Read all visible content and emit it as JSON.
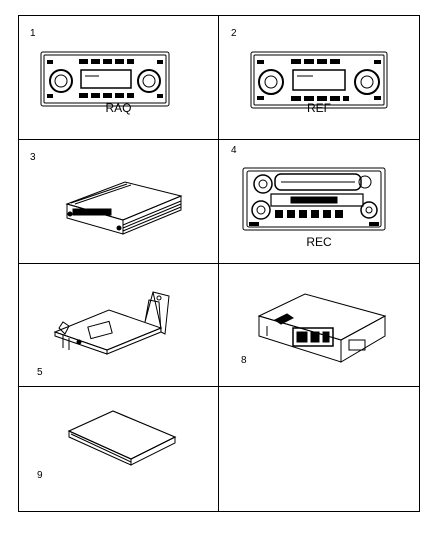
{
  "panels": [
    {
      "number": "1",
      "label": "RAQ",
      "part": "radio-raq"
    },
    {
      "number": "2",
      "label": "REF",
      "part": "radio-ref"
    },
    {
      "number": "3",
      "label": "",
      "part": "amplifier-module"
    },
    {
      "number": "4",
      "label": "REC",
      "part": "radio-rec"
    },
    {
      "number": "5",
      "label": "",
      "part": "mounting-bracket"
    },
    {
      "number": "8",
      "label": "",
      "part": "control-module"
    },
    {
      "number": "9",
      "label": "",
      "part": "pad"
    },
    {
      "number": "",
      "label": "",
      "part": "empty"
    }
  ]
}
